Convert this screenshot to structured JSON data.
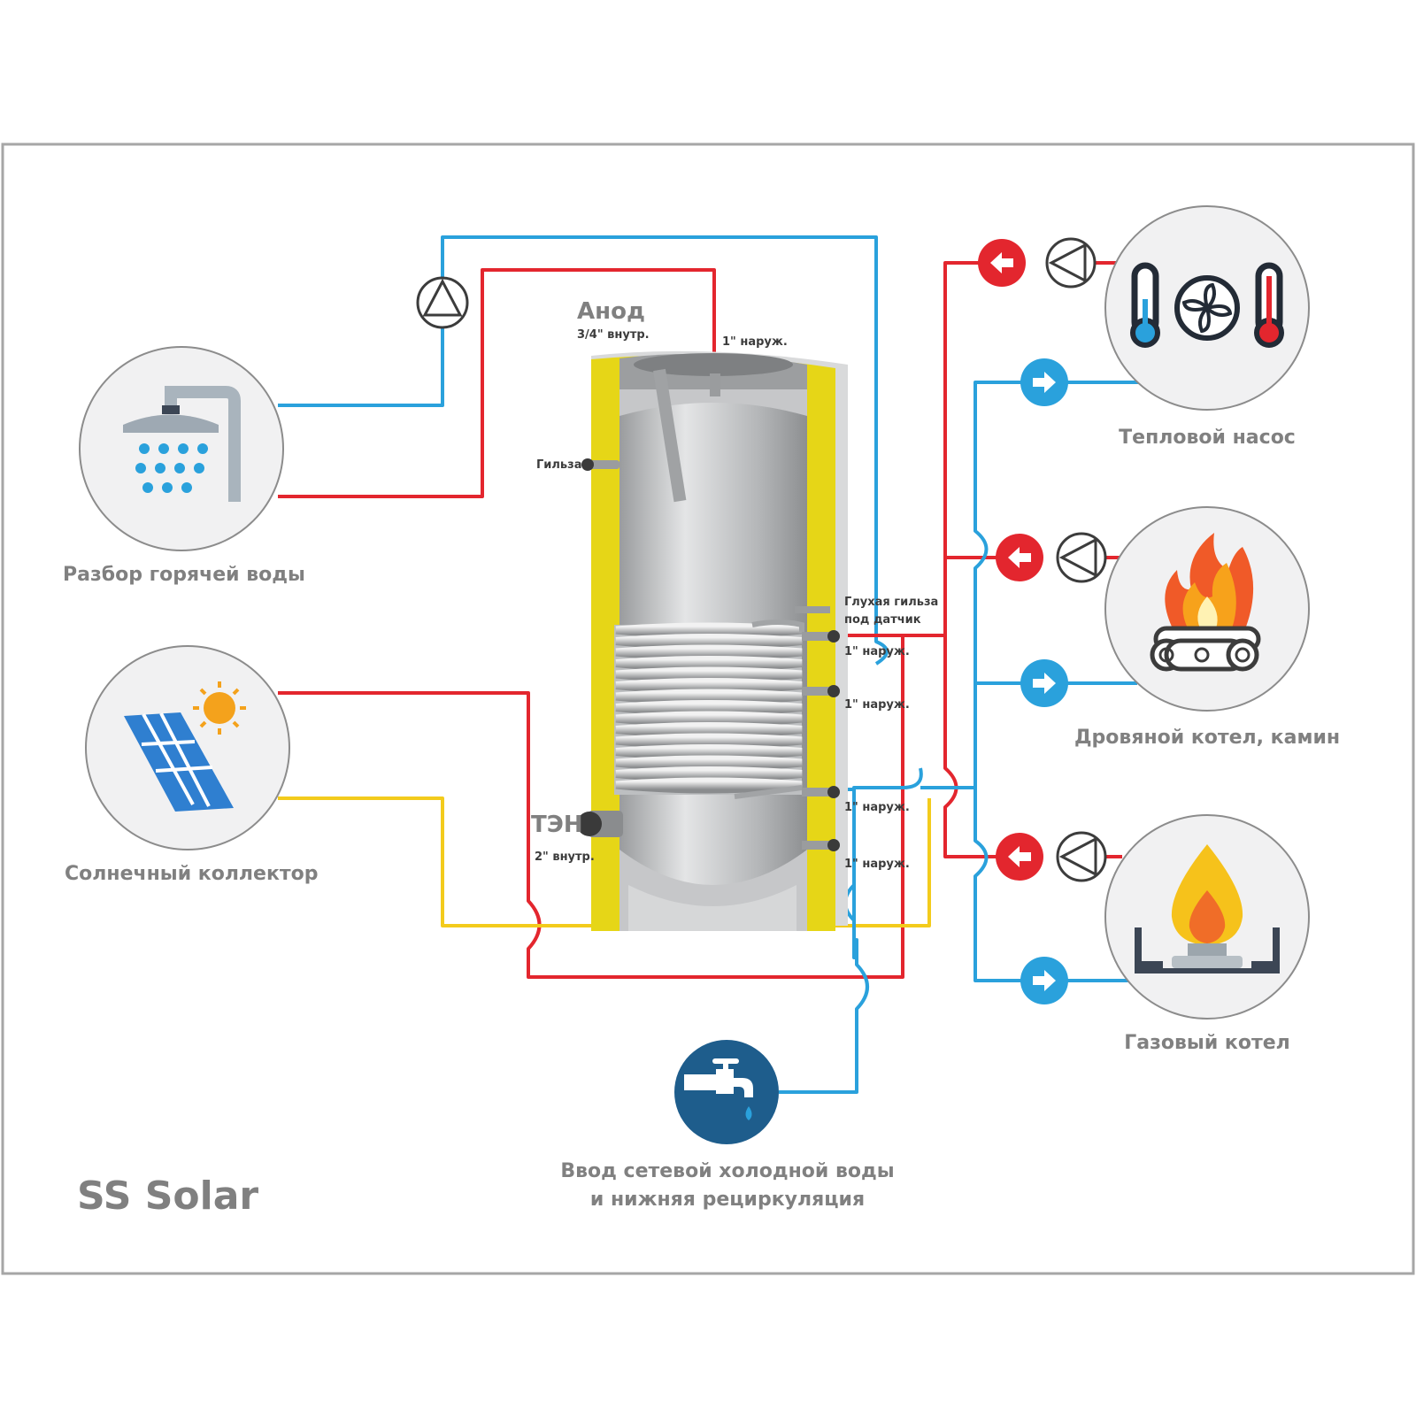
{
  "colors": {
    "hot": "#e3262e",
    "cold": "#2aa1dc",
    "solar": "#f3cb1c",
    "frame": "#a6a6a6",
    "label": "#808080",
    "insulation": "#e6d617",
    "tank": "#bcbec0",
    "icon_dark": "#3c4655",
    "faucet_bg": "#1e5d8c"
  },
  "brand": "SS Solar",
  "tank_labels": {
    "anode": "Анод",
    "anode_size": "3/4\" внутр.",
    "top_outlet": "1\" наруж.",
    "sleeve": "Гильза",
    "blind_sleeve_line1": "Глухая гильза",
    "blind_sleeve_line2": "под датчик",
    "port1": "1\" наруж.",
    "port2": "1\" наруж.",
    "port3": "1\" наруж.",
    "port4": "1\" наруж.",
    "heater": "ТЭН",
    "heater_size": "2\" внутр."
  },
  "sources": {
    "hot_water_draw": {
      "label": "Разбор горячей воды",
      "icon": "shower-icon"
    },
    "solar_collector": {
      "label": "Солнечный коллектор",
      "icon": "solar-panel-icon"
    },
    "heat_pump": {
      "label": "Тепловой насос",
      "icon": "heat-pump-icon"
    },
    "wood_boiler": {
      "label": "Дровяной котел, камин",
      "icon": "fire-icon"
    },
    "gas_boiler": {
      "label": "Газовый котел",
      "icon": "gas-flame-icon"
    },
    "cold_water_inlet": {
      "label_line1": "Ввод  сетевой холодной воды",
      "label_line2": "и нижняя рециркуляция",
      "icon": "faucet-icon"
    }
  }
}
